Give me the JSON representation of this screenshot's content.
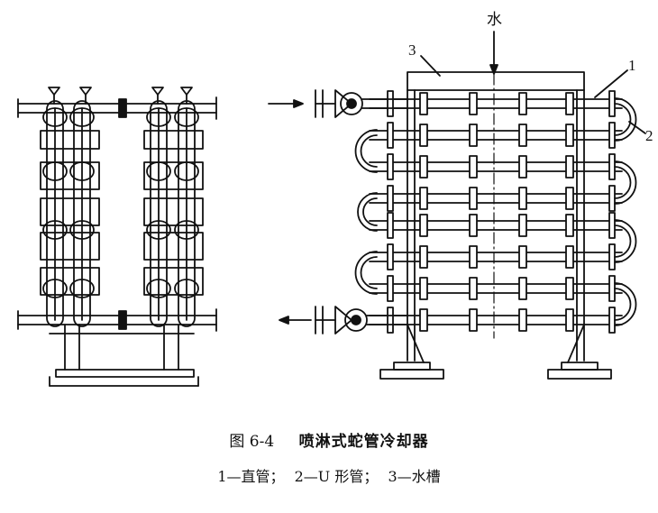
{
  "labels": {
    "water": "水",
    "part1": "1",
    "part2": "2",
    "part3": "3"
  },
  "caption": {
    "figure_number": "图 6-4",
    "title": "喷淋式蛇管冷却器"
  },
  "legend": {
    "item1": "1—直管；",
    "item2": "2—U 形管；",
    "item3": "3—水槽"
  },
  "colors": {
    "ink": "#111111",
    "paper": "#ffffff"
  }
}
